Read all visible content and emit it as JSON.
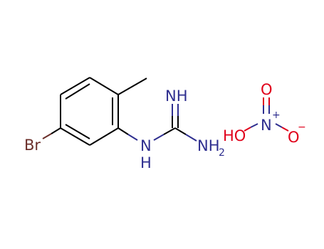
{
  "molecule": {
    "atoms": {
      "br": "Br",
      "nh_imine": "NH",
      "nh_amine": "N",
      "nh_amine_h": "H",
      "nh2": "NH",
      "nh2_sub": "2",
      "ho": "HO",
      "n_nitro": "N",
      "o_top": "O",
      "o_right": "O"
    },
    "charges": {
      "n_nitro": "+",
      "o_right": "−"
    }
  },
  "colors": {
    "carbon_bond": "#000000",
    "nitrogen": "#2e2e8f",
    "oxygen": "#e0001a",
    "bromine": "#6b2f2a"
  }
}
